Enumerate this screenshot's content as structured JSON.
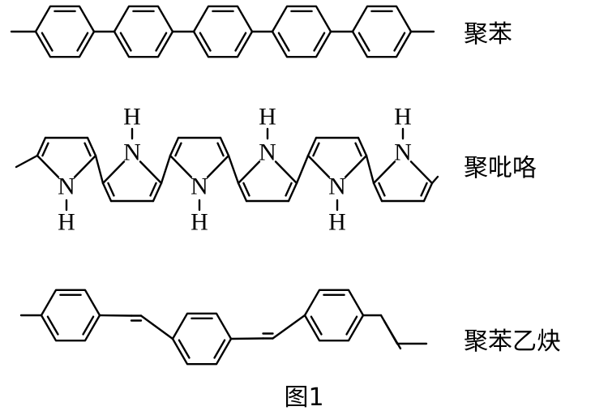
{
  "polymers": [
    {
      "id": "polyphenylene",
      "name": "聚苯"
    },
    {
      "id": "polypyrrole",
      "name": "聚吡咯",
      "atom_n": "N",
      "atom_h": "H"
    },
    {
      "id": "polyphenylenevinylene",
      "name": "聚苯乙炔"
    }
  ],
  "figure": {
    "caption": "图1"
  }
}
